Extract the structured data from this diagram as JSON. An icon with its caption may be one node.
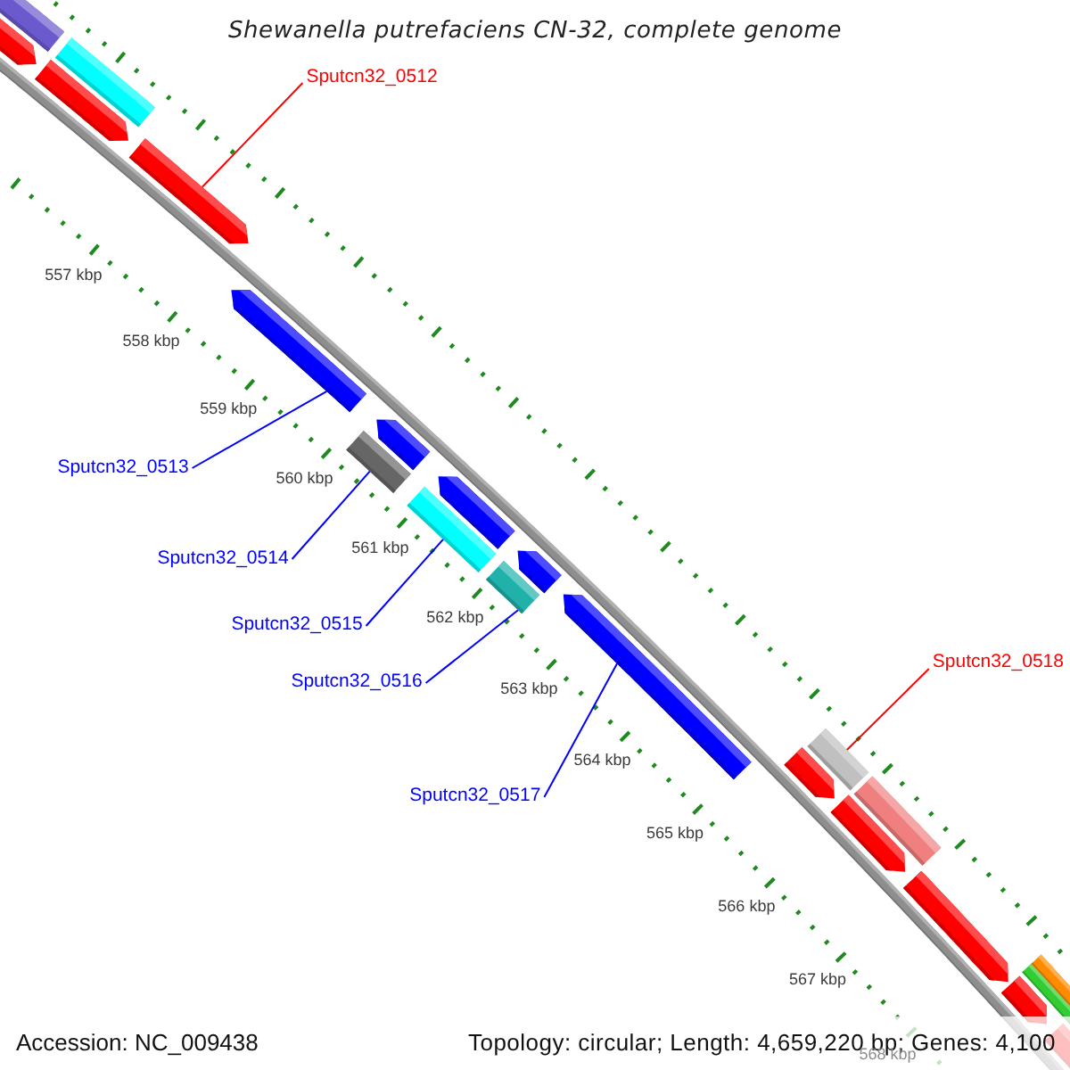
{
  "diagram": {
    "title": "Shewanella putrefaciens CN-32, complete genome",
    "nodes": [
      {
        "text": [
          "Sputcn32_0512"
        ]
      },
      {
        "text": [
          "Sputcn32_0513"
        ]
      },
      {
        "text": [
          "Sputcn32_0514"
        ]
      },
      {
        "text": [
          "Sputcn32_0515"
        ]
      },
      {
        "text": [
          "Sputcn32_0516"
        ]
      },
      {
        "text": [
          "Sputcn32_0517"
        ]
      },
      {
        "text": [
          "Sputcn32_0518"
        ]
      },
      {
        "text": [],
        "shape": "arrow"
      },
      {
        "text": [],
        "shape": "bar"
      },
      {
        "text": [],
        "shape": "arrow"
      },
      {
        "text": [],
        "shape": "bar"
      },
      {
        "text": [],
        "shape": "arrow"
      },
      {
        "text": [],
        "shape": "arrow"
      },
      {
        "text": [],
        "shape": "bar"
      },
      {
        "text": [],
        "shape": "arrow"
      },
      {
        "text": [],
        "shape": "bar"
      },
      {
        "text": [],
        "shape": "arrow"
      },
      {
        "text": [],
        "shape": "bar"
      },
      {
        "text": [],
        "shape": "arrow"
      },
      {
        "text": [],
        "shape": "arrow"
      },
      {
        "text": [],
        "shape": "arrow"
      },
      {
        "text": [],
        "shape": "bar"
      },
      {
        "text": [],
        "shape": "arrow"
      },
      {
        "text": [],
        "shape": "bar"
      },
      {
        "text": [],
        "shape": "arrow"
      },
      {
        "text": [],
        "shape": "bar"
      },
      {
        "text": [],
        "shape": "bar"
      },
      {
        "text": [],
        "shape": "arrow"
      },
      {
        "text": [],
        "shape": "arrow"
      }
    ],
    "edges": [
      {
        "from": 0,
        "to": 11,
        "arrow": "none",
        "color": "#ff0000"
      },
      {
        "from": 1,
        "to": 12,
        "arrow": "none"
      },
      {
        "from": 2,
        "to": 13,
        "arrow": "none"
      },
      {
        "from": 3,
        "to": 15,
        "arrow": "none"
      },
      {
        "from": 4,
        "to": 17,
        "arrow": "none"
      },
      {
        "from": 5,
        "to": 19,
        "arrow": "none"
      },
      {
        "from": 6,
        "to": 21,
        "arrow": "none",
        "color": "#ff0000"
      }
    ],
    "labels": [
      "557 kbp",
      "558 kbp",
      "559 kbp",
      "560 kbp",
      "561 kbp",
      "562 kbp",
      "563 kbp",
      "564 kbp",
      "565 kbp",
      "566 kbp",
      "567 kbp",
      "568 kbp",
      "Accession: NC_009438",
      "Topology: circular; Length: 4,659,220 bp; Genes: 4,100"
    ]
  }
}
